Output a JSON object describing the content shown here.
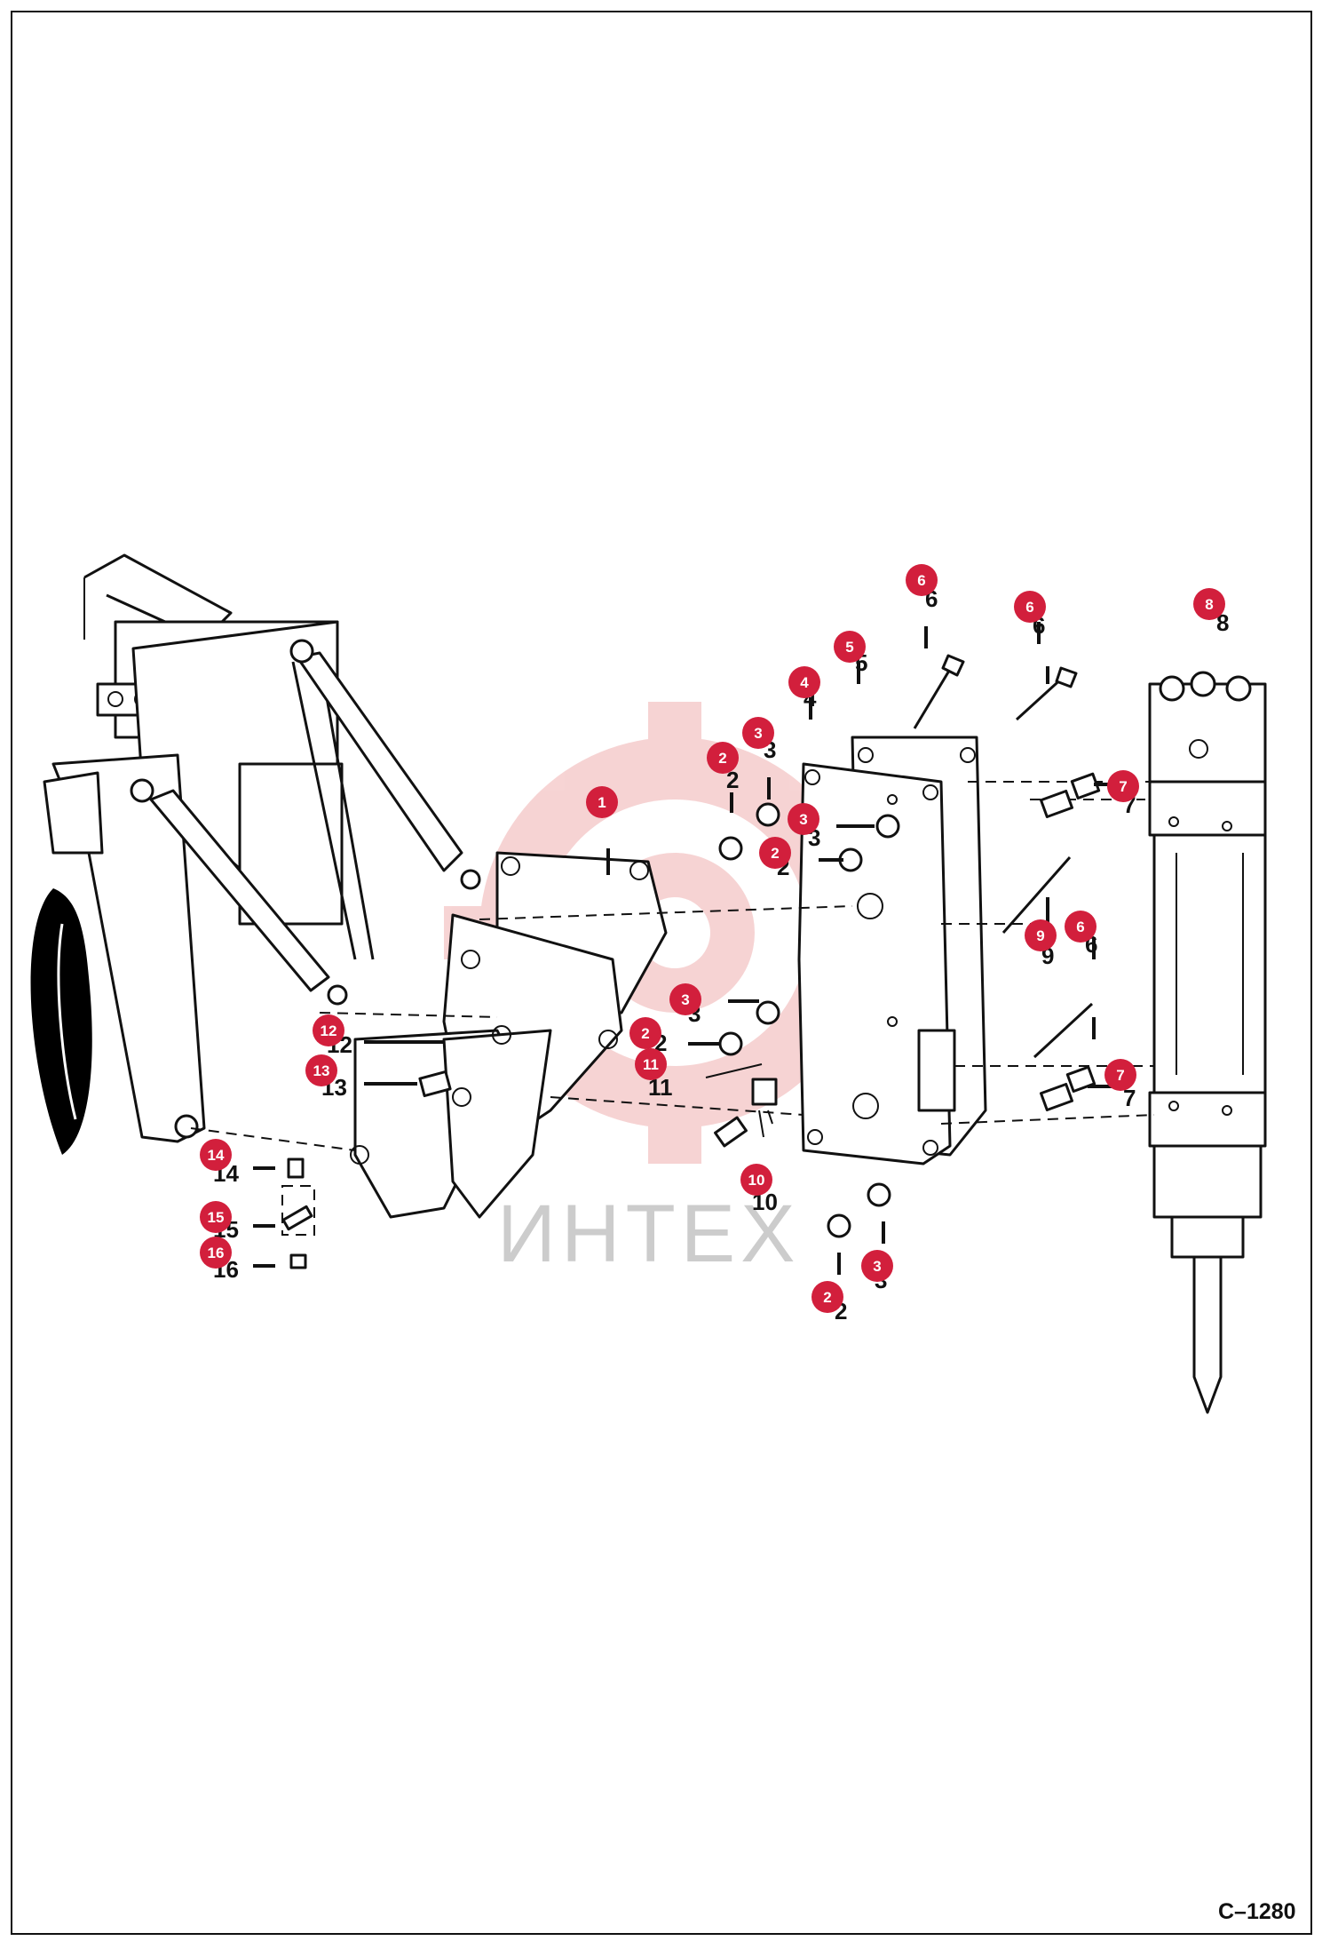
{
  "watermark": "ИНТЕХ",
  "figure_code": "C–1280",
  "callouts": [
    {
      "badge": "1",
      "label": ""
    },
    {
      "badge": "2",
      "label": "2"
    },
    {
      "badge": "3",
      "label": "3"
    },
    {
      "badge": "4",
      "label": "4"
    },
    {
      "badge": "5",
      "label": "5"
    },
    {
      "badge": "6",
      "label": "6"
    },
    {
      "badge": "7",
      "label": "7"
    },
    {
      "badge": "8",
      "label": "8"
    },
    {
      "badge": "9",
      "label": "9"
    },
    {
      "badge": "10",
      "label": "10"
    },
    {
      "badge": "11",
      "label": "11"
    },
    {
      "badge": "12",
      "label": "12"
    },
    {
      "badge": "13",
      "label": "13"
    },
    {
      "badge": "14",
      "label": "14"
    },
    {
      "badge": "15",
      "label": "15"
    },
    {
      "badge": "16",
      "label": "16"
    }
  ],
  "colors": {
    "badge": "#d21f3c",
    "line": "#111111",
    "watermark_logo": "#f4c6c6",
    "watermark_text": "#cccccc"
  }
}
